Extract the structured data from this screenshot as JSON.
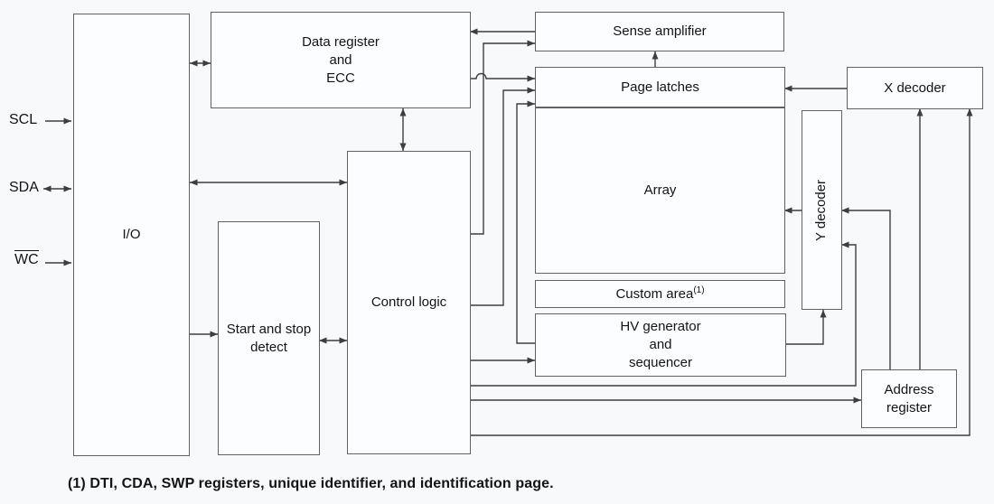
{
  "diagram": {
    "pins": [
      {
        "label": "SCL",
        "direction": "in"
      },
      {
        "label": "SDA",
        "direction": "bidirectional"
      },
      {
        "label": "WC",
        "direction": "in",
        "overline": true
      }
    ],
    "blocks": {
      "io": {
        "label": "I/O"
      },
      "data_register": {
        "lines": [
          "Data register",
          "and",
          "ECC"
        ]
      },
      "sense_amplifier": {
        "label": "Sense amplifier"
      },
      "page_latches": {
        "label": "Page latches"
      },
      "array": {
        "label": "Array"
      },
      "custom_area": {
        "label": "Custom area",
        "superscript": "(1)"
      },
      "hv_generator": {
        "lines": [
          "HV generator",
          "and",
          "sequencer"
        ]
      },
      "control_logic": {
        "label": "Control logic"
      },
      "start_stop_detect": {
        "lines": [
          "Start and stop",
          "detect"
        ]
      },
      "x_decoder": {
        "label": "X decoder"
      },
      "y_decoder": {
        "label": "Y decoder"
      },
      "address_register": {
        "lines": [
          "Address",
          "register"
        ]
      }
    },
    "footnote": "(1) DTI, CDA, SWP registers, unique identifier, and identification page.",
    "colors": {
      "background": "#f7f9fb",
      "box_fill": "#fcfdfe",
      "border": "#5f6368",
      "line": "#3c3e40",
      "text": "#121416"
    }
  }
}
